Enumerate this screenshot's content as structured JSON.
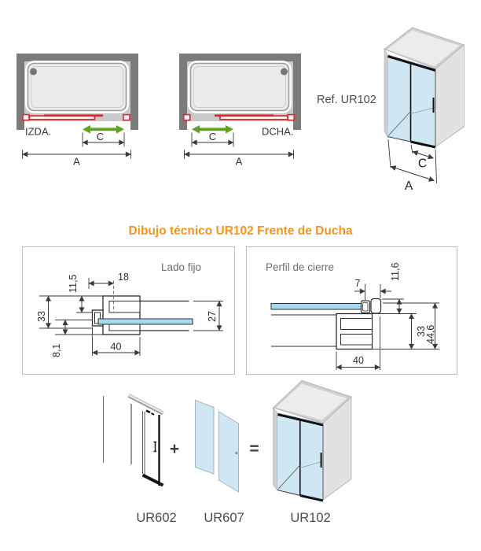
{
  "title": "Dibujo técnico UR102 Frente de Ducha",
  "ref_label": "Ref. UR102",
  "colors": {
    "accent_orange": "#F7941E",
    "door_red": "#E2262B",
    "arrow_green": "#61A122",
    "glass_blue_profile": "#A9D9EF",
    "glass_blue_iso": "#CEE7F2",
    "wall_gray": "#7B7B7B"
  },
  "plan_left": {
    "label": "IZDA.",
    "dim_c": "C",
    "dim_a": "A"
  },
  "plan_right": {
    "label": "DCHA.",
    "dim_c": "C",
    "dim_a": "A"
  },
  "iso": {
    "dim_c": "C",
    "dim_a": "A"
  },
  "tech": {
    "fixed": {
      "title": "Lado fijo",
      "d_115": "11,5",
      "d_33": "33",
      "d_81": "8,1",
      "d_18": "18",
      "d_40": "40",
      "d_27": "27"
    },
    "closing": {
      "title": "Perfil de cierre",
      "d_7": "7",
      "d_116": "11,6",
      "d_33": "33",
      "d_446": "44,6",
      "d_40": "40"
    }
  },
  "composition": {
    "part_frame": "UR602",
    "plus": "+",
    "part_glass": "UR607",
    "equals": "=",
    "result": "UR102"
  }
}
